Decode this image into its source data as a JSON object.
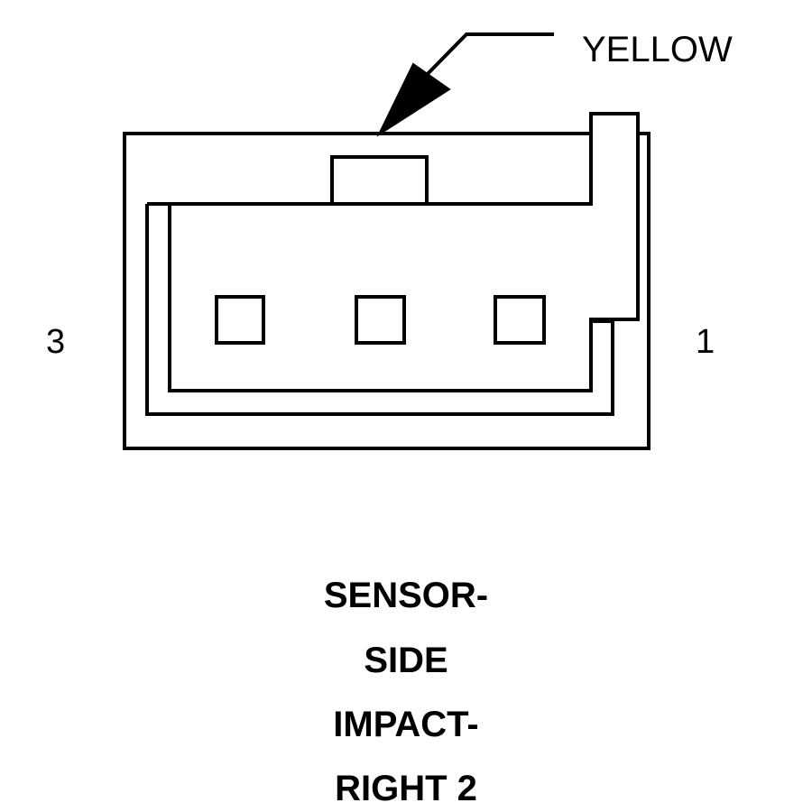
{
  "connector": {
    "wire_color_label": "YELLOW",
    "pin_left_label": "3",
    "pin_right_label": "1",
    "pin_count": 3
  },
  "title": {
    "lines": [
      "SENSOR-",
      "SIDE",
      "IMPACT-",
      "RIGHT 2"
    ]
  },
  "colors": {
    "stroke": "#000000",
    "background": "#ffffff"
  }
}
